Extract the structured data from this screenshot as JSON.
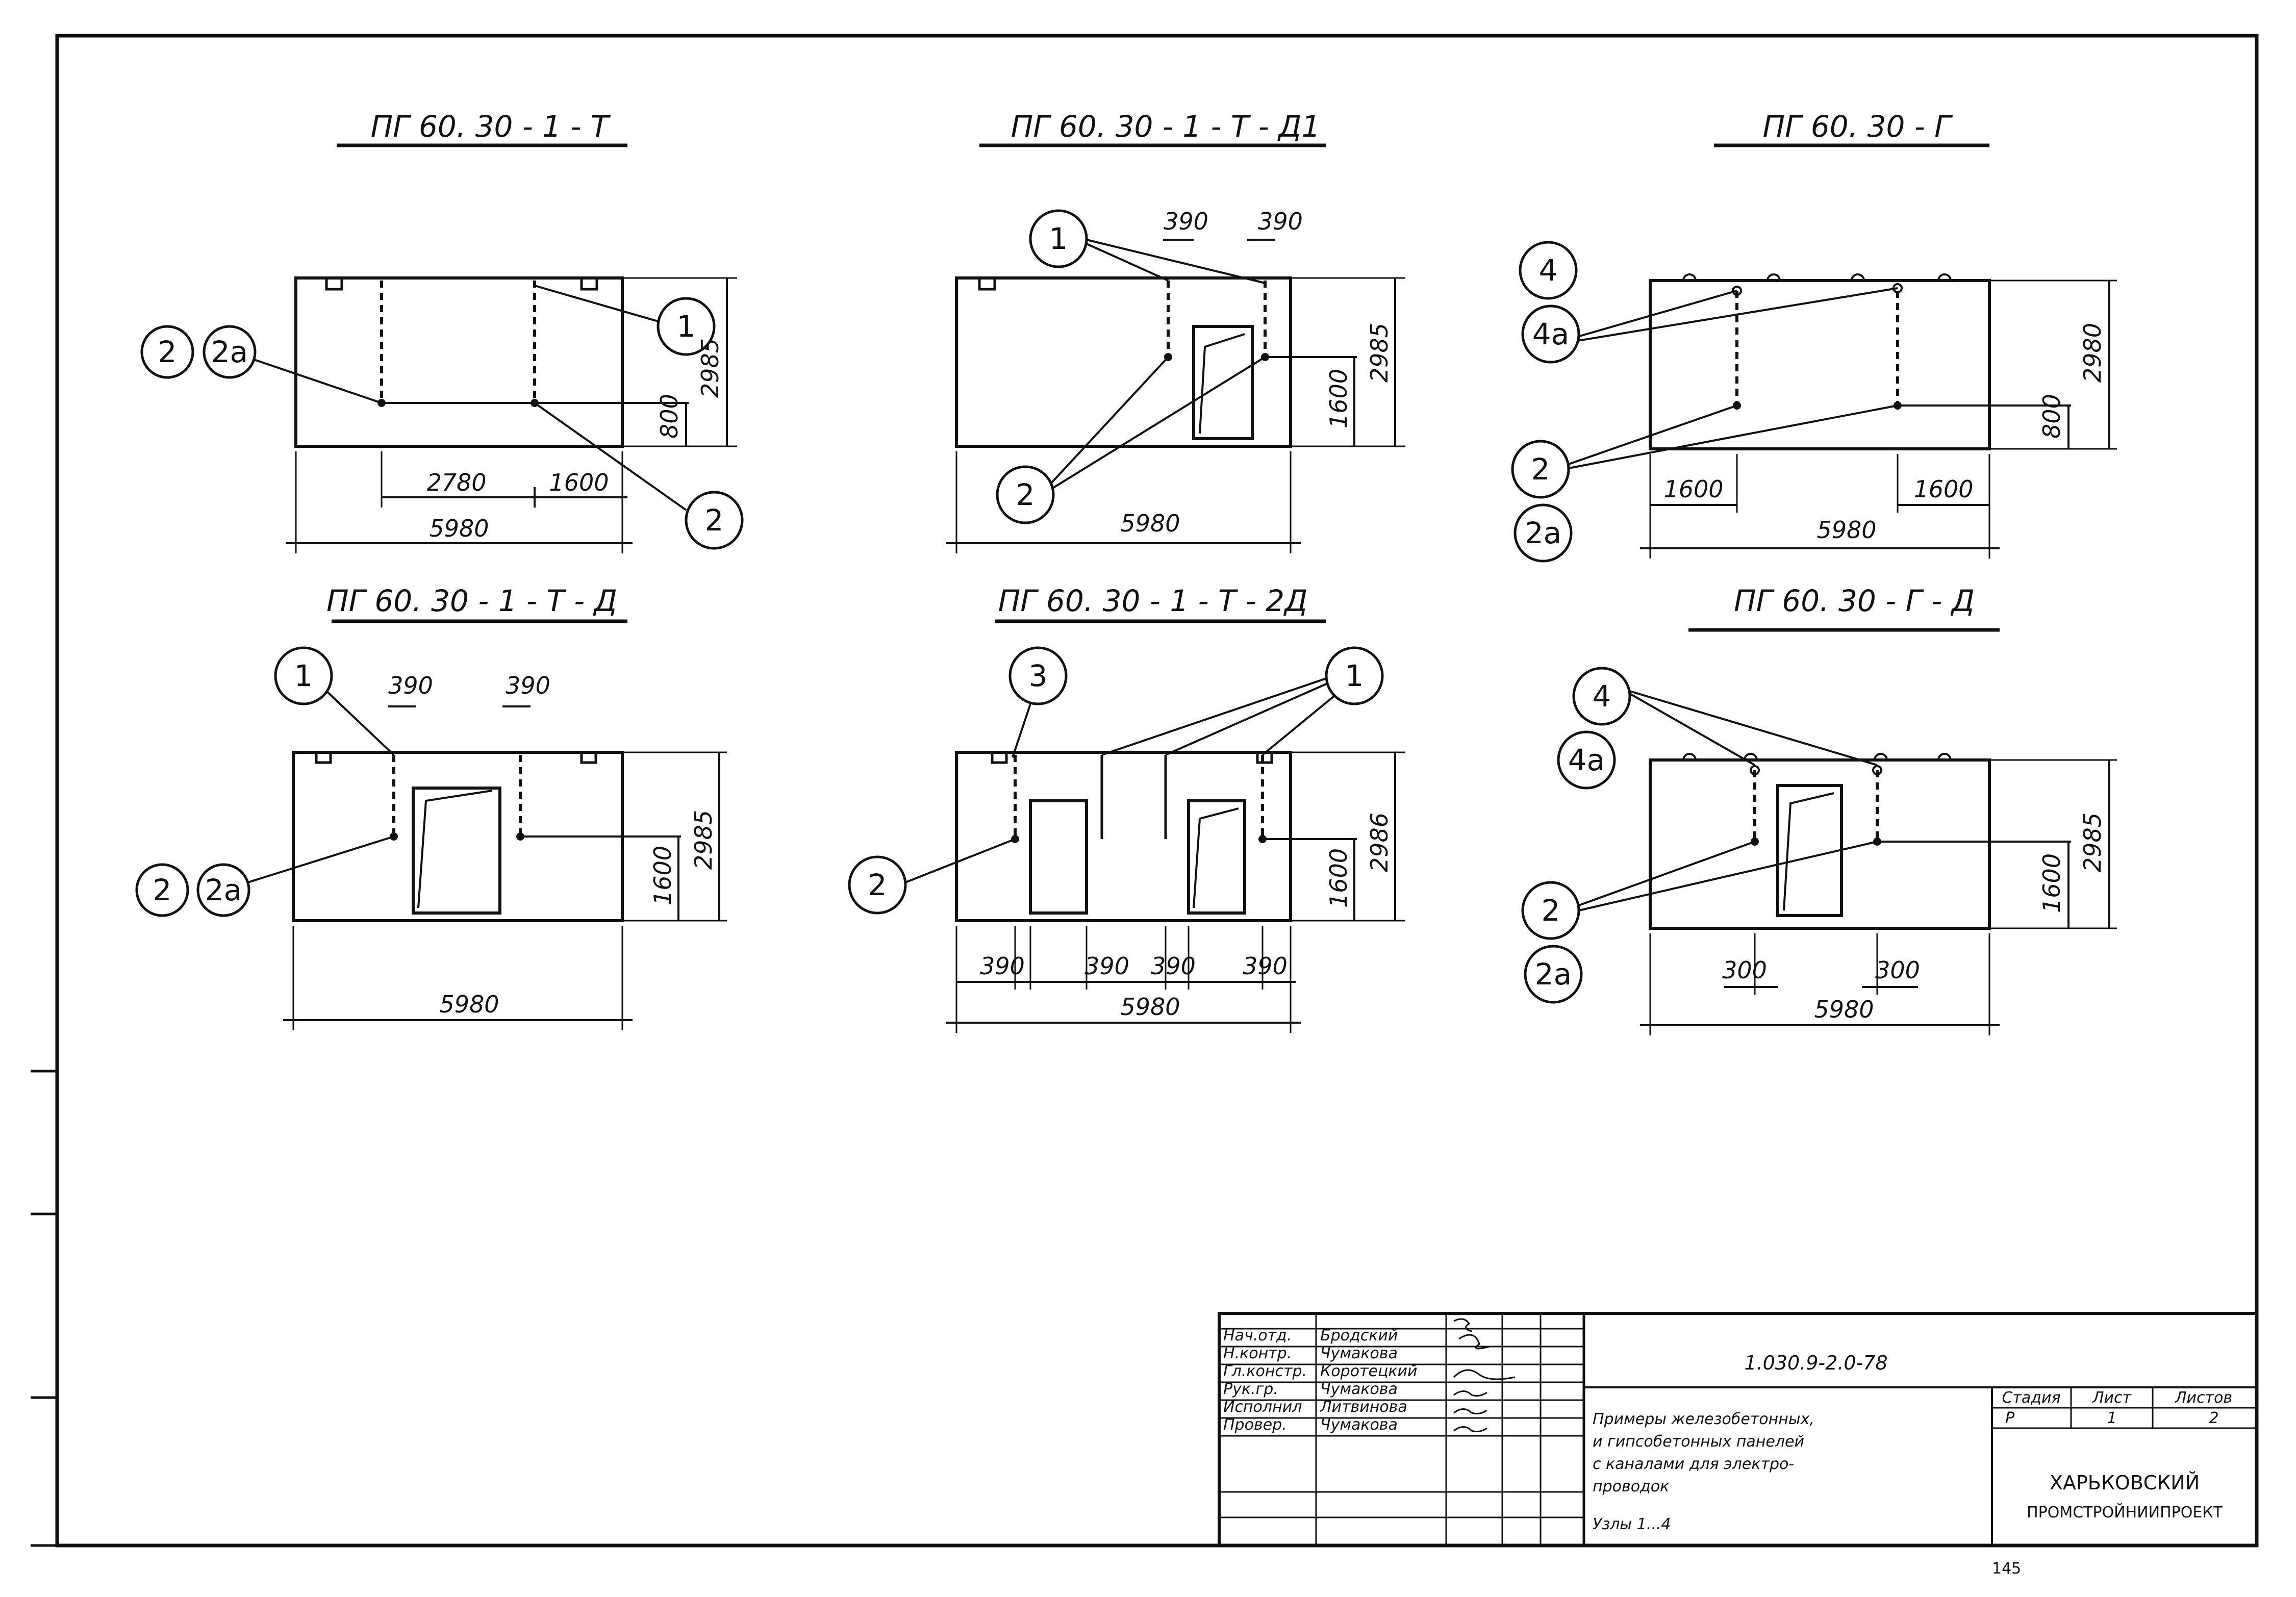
{
  "panels": [
    {
      "title": "ПГ 60. 30 - 1 - Т",
      "dims": {
        "length": "5980",
        "height": "2985",
        "mid": "800",
        "a": "2780",
        "b": "1600"
      },
      "callouts": [
        "2",
        "2a",
        "1",
        "2"
      ]
    },
    {
      "title": "ПГ 60. 30 - 1 - Т - Д1",
      "dims": {
        "length": "5980",
        "height": "2985",
        "mid": "1600",
        "w1": "390",
        "w2": "390"
      },
      "callouts": [
        "1",
        "2"
      ]
    },
    {
      "title": "ПГ 60. 30 - Г",
      "dims": {
        "length": "5980",
        "height": "2980",
        "mid": "800",
        "a": "1600",
        "b": "1600"
      },
      "callouts": [
        "4",
        "4a",
        "2",
        "2a"
      ]
    },
    {
      "title": "ПГ 60. 30 - 1 - Т - Д",
      "dims": {
        "length": "5980",
        "height": "2985",
        "mid": "1600",
        "w1": "390",
        "w2": "390"
      },
      "callouts": [
        "1",
        "2",
        "2a"
      ]
    },
    {
      "title": "ПГ 60. 30 - 1 - Т - 2Д",
      "dims": {
        "length": "5980",
        "height": "2986",
        "mid": "1600",
        "b1": "390",
        "b2": "390",
        "b3": "390",
        "b4": "390"
      },
      "callouts": [
        "3",
        "1",
        "2"
      ]
    },
    {
      "title": "ПГ 60. 30 - Г - Д",
      "dims": {
        "length": "5980",
        "height": "2985",
        "mid": "1600",
        "a": "300",
        "b": "300"
      },
      "callouts": [
        "4",
        "4a",
        "2",
        "2a"
      ]
    }
  ],
  "title_block": {
    "doc_code": "1.030.9-2.0-78",
    "description": [
      "Примеры железобетонных,",
      "и гипсобетонных панелей",
      "с каналами для электро-",
      "проводок",
      "Узлы 1...4"
    ],
    "roles": [
      {
        "role": "Нач.отд.",
        "name": "Бродский"
      },
      {
        "role": "Н.контр.",
        "name": "Чумакова"
      },
      {
        "role": "Гл.констр.",
        "name": "Коротецкий"
      },
      {
        "role": "Рук.гр.",
        "name": "Чумакова"
      },
      {
        "role": "Исполнил",
        "name": "Литвинова"
      },
      {
        "role": "Провер.",
        "name": "Чумакова"
      }
    ],
    "stage_header": "Стадия",
    "sheet_header": "Лист",
    "sheets_header": "Листов",
    "stage": "Р",
    "sheet": "1",
    "sheets": "2",
    "org": [
      "ХАРЬКОВСКИЙ",
      "ПРОМСТРОЙНИИПРОЕКТ"
    ]
  },
  "page_number": "145"
}
